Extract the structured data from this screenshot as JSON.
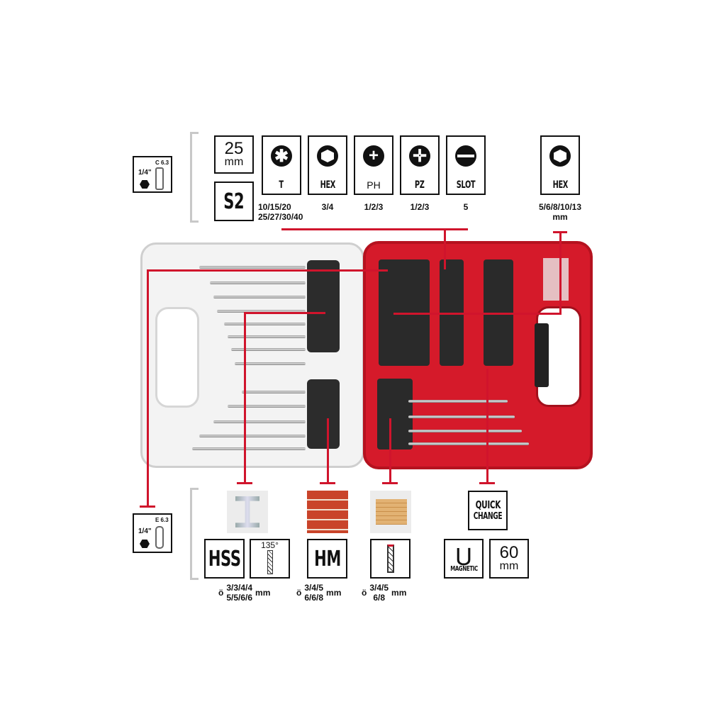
{
  "top": {
    "shank": {
      "size": "1/4\"",
      "type": "C 6.3"
    },
    "length": {
      "value": "25",
      "unit": "mm"
    },
    "material": "S2",
    "bits": [
      {
        "name": "T",
        "sizes": [
          "10/15/20",
          "25/27/30/40"
        ],
        "icon": "torx-icon"
      },
      {
        "name": "HEX",
        "sizes": [
          "3/4"
        ],
        "icon": "hex-icon"
      },
      {
        "name": "PH",
        "sizes": [
          "1/2/3"
        ],
        "icon": "phillips-icon"
      },
      {
        "name": "PZ",
        "sizes": [
          "1/2/3"
        ],
        "icon": "pozidriv-icon"
      },
      {
        "name": "SLOT",
        "sizes": [
          "5"
        ],
        "icon": "slot-icon"
      }
    ],
    "nut": {
      "name": "HEX",
      "sizes": [
        "5/6/8/10/13",
        "mm"
      ]
    }
  },
  "bottom": {
    "shank": {
      "size": "1/4\"",
      "type": "E 6.3"
    },
    "hss": {
      "label": "HSS",
      "angle": "135°",
      "sizes": [
        "3/3/4/4",
        "5/5/6/6"
      ],
      "prefix": "ö",
      "unit": "mm"
    },
    "hm": {
      "label": "HM",
      "sizes": [
        "3/4/5",
        "6/6/8"
      ],
      "prefix": "ö",
      "unit": "mm"
    },
    "wood": {
      "sizes": [
        "3/4/5",
        "6/8"
      ],
      "prefix": "ö",
      "unit": "mm"
    },
    "quick": [
      "QUICK",
      "CHANGE"
    ],
    "magnetic": "MAGNETIC",
    "holder": {
      "value": "60",
      "unit": "mm"
    }
  },
  "colors": {
    "accent": "#d0142c"
  }
}
